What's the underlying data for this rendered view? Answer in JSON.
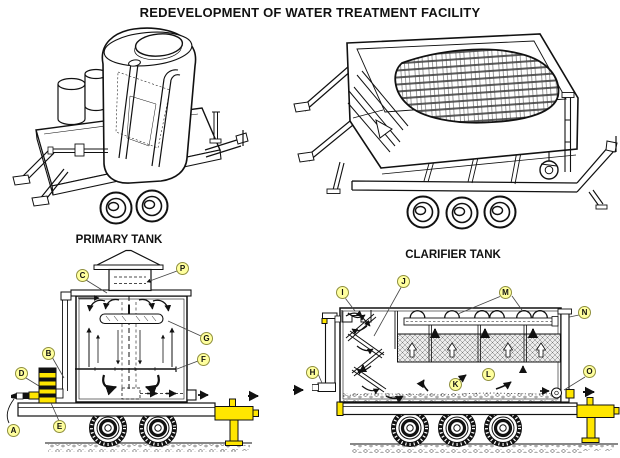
{
  "title": "REDEVELOPMENT OF WATER TREATMENT FACILITY",
  "figures": {
    "primary": {
      "caption": "PRIMARY TANK"
    },
    "clarifier": {
      "caption": "CLARIFIER TANK"
    }
  },
  "colors": {
    "highlight_yellow": "#FFE600",
    "callout_fill": "#FFFF9E",
    "callout_border": "#8F8F3D",
    "line": "#111111"
  },
  "callouts": {
    "primary": [
      {
        "letter": "A"
      },
      {
        "letter": "B"
      },
      {
        "letter": "C"
      },
      {
        "letter": "D"
      },
      {
        "letter": "E"
      },
      {
        "letter": "F"
      },
      {
        "letter": "G"
      },
      {
        "letter": "P"
      }
    ],
    "clarifier": [
      {
        "letter": "H"
      },
      {
        "letter": "I"
      },
      {
        "letter": "J"
      },
      {
        "letter": "K"
      },
      {
        "letter": "L"
      },
      {
        "letter": "M"
      },
      {
        "letter": "N"
      },
      {
        "letter": "O"
      }
    ]
  }
}
